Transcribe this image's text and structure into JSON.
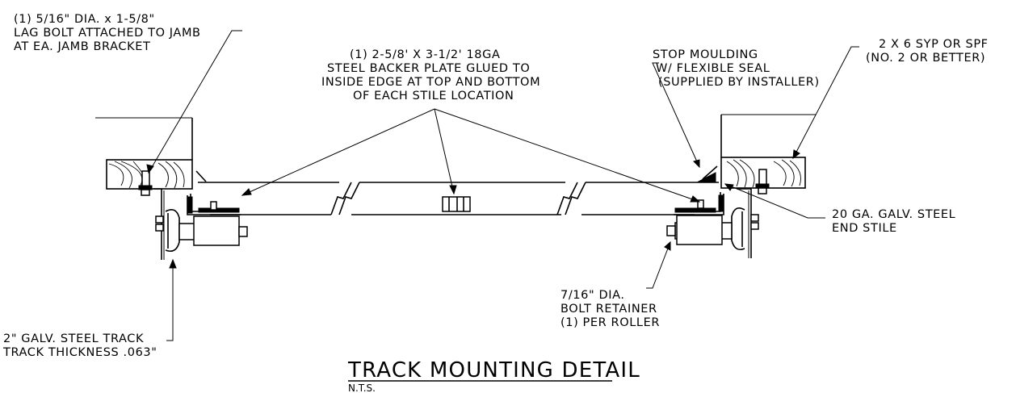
{
  "notes": {
    "lag_bolt": [
      "(1) 5/16\" DIA. x 1-5/8\"",
      "LAG BOLT ATTACHED TO JAMB",
      "AT EA. JAMB BRACKET"
    ],
    "backer_plate": [
      "(1) 2-5/8' X 3-1/2' 18GA",
      "STEEL BACKER PLATE GLUED TO",
      "INSIDE EDGE AT TOP AND BOTTOM",
      "OF EACH STILE LOCATION"
    ],
    "stop_moulding": [
      "STOP MOULDING",
      "W/ FLEXIBLE SEAL",
      "(SUPPLIED BY INSTALLER)"
    ],
    "lumber": [
      "2 X 6 SYP OR SPF",
      "(NO. 2 OR BETTER)"
    ],
    "end_stile": [
      "20 GA. GALV. STEEL",
      "END STILE"
    ],
    "bolt_retainer": [
      "7/16\" DIA.",
      "BOLT RETAINER",
      "(1) PER ROLLER"
    ],
    "track": [
      "2\" GALV. STEEL TRACK",
      "TRACK THICKNESS .063\""
    ]
  },
  "title": "TRACK MOUNTING DETAIL",
  "scale_note": "N.T.S."
}
